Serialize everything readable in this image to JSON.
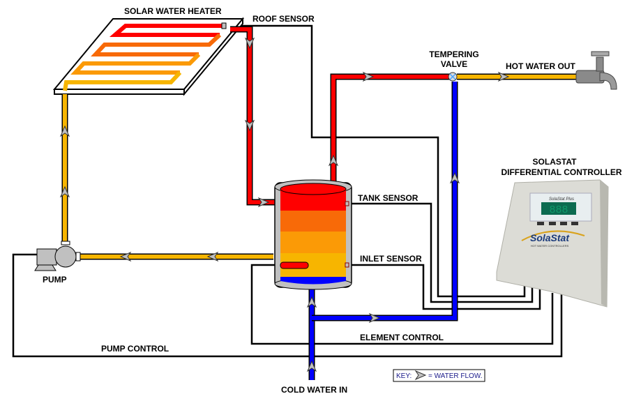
{
  "labels": {
    "solar_heater": "SOLAR WATER HEATER",
    "roof_sensor": "ROOF SENSOR",
    "tempering_valve_1": "TEMPERING",
    "tempering_valve_2": "VALVE",
    "hot_water_out": "HOT WATER OUT",
    "controller_1": "SOLASTAT",
    "controller_2": "DIFFERENTIAL CONTROLLER",
    "tank_sensor": "TANK SENSOR",
    "inlet_sensor": "INLET SENSOR",
    "pump": "PUMP",
    "element_control": "ELEMENT CONTROL",
    "pump_control": "PUMP CONTROL",
    "cold_water_in": "COLD WATER IN"
  },
  "key": {
    "prefix": "KEY:",
    "suffix": "= WATER FLOW."
  },
  "controller_logo": {
    "top": "SolaStat Plus",
    "brand": "SolaStat",
    "tagline": "HOT WATER CONTROLLERS",
    "display": "888"
  },
  "colors": {
    "hot": "#ff0000",
    "warm": "#f7b500",
    "cold": "#0000ff",
    "orange": "#f86a08",
    "wire": "#000000",
    "arrow": "#c0c0c0"
  }
}
